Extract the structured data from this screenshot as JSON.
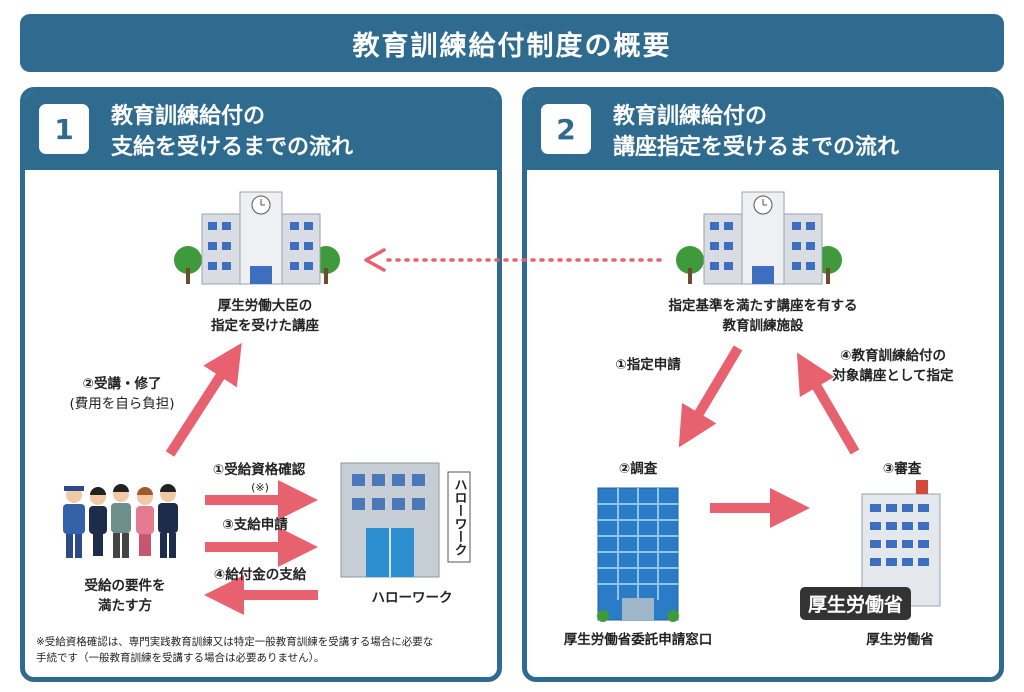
{
  "header": {
    "title": "教育訓練給付制度の概要"
  },
  "left_panel": {
    "number": "1",
    "title_line1": "教育訓練給付の",
    "title_line2": "支給を受けるまでの流れ",
    "course_label_line1": "厚生労働大臣の",
    "course_label_line2": "指定を受けた講座",
    "step2_line1": "②受講・修了",
    "step2_line2": "(費用を自ら負担)",
    "step1": "①受給資格確認",
    "step1_note": "(※)",
    "step3": "③支給申請",
    "step4": "④給付金の支給",
    "people_label_line1": "受給の要件を",
    "people_label_line2": "満たす方",
    "hellowork_label": "ハローワーク",
    "hellowork_sign": "ハローワーク",
    "footnote_line1": "※受給資格確認は、専門実践教育訓練又は特定一般教育訓練を受講する場合に必要な",
    "footnote_line2": "手続です（一般教育訓練を受講する場合は必要ありません）。"
  },
  "right_panel": {
    "number": "2",
    "title_line1": "教育訓練給付の",
    "title_line2": "講座指定を受けるまでの流れ",
    "facility_label_line1": "指定基準を満たす講座を有する",
    "facility_label_line2": "教育訓練施設",
    "step1": "①指定申請",
    "step2": "②調査",
    "step3": "③審査",
    "step4_line1": "④教育訓練給付の",
    "step4_line2": "対象講座として指定",
    "committee_label": "厚生労働省委託申請窓口",
    "ministry_label": "厚生労働省",
    "ministry_badge": "厚生労働省"
  },
  "colors": {
    "primary": "#2f6b8f",
    "arrow": "#e8616f",
    "dots": "#e8616f"
  }
}
